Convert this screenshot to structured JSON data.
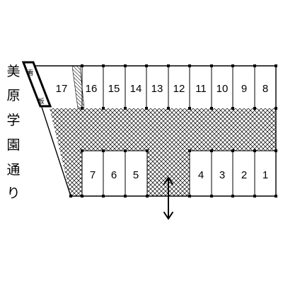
{
  "road_name": {
    "chars": [
      "美",
      "原",
      "学",
      "園",
      "通",
      "り"
    ]
  },
  "sign": {
    "chars": [
      "看",
      "板"
    ]
  },
  "spaces": {
    "top_row": [
      "17",
      "16",
      "15",
      "14",
      "13",
      "12",
      "11",
      "10",
      "9",
      "8"
    ],
    "bottom_left": [
      "7",
      "6",
      "5"
    ],
    "bottom_right": [
      "4",
      "3",
      "2",
      "1"
    ]
  },
  "entrance_arrow": "double-arrow-icon"
}
